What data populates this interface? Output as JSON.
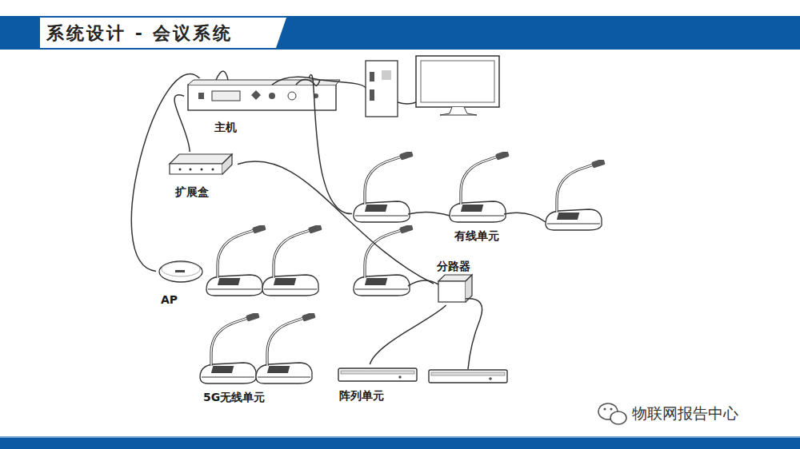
{
  "diagram": {
    "title": "系统设计 - 会议系统",
    "nodes": [
      {
        "text": [
          "主机"
        ]
      },
      {
        "text": [
          "扩展盒"
        ]
      },
      {
        "text": [
          "AP"
        ]
      },
      {
        "text": [
          "有线单元"
        ]
      },
      {
        "text": [
          "分路器"
        ]
      },
      {
        "text": [
          "5G无线单元"
        ]
      },
      {
        "text": [
          "阵列单元"
        ]
      }
    ],
    "edges": [
      {
        "from": 0,
        "to": 1,
        "arrow": "none"
      },
      {
        "from": 0,
        "to": 2,
        "arrow": "none"
      },
      {
        "from": 0,
        "to": 3,
        "arrow": "none"
      },
      {
        "from": 1,
        "to": 4,
        "arrow": "none"
      },
      {
        "from": 4,
        "to": 6,
        "arrow": "none"
      }
    ],
    "labels": [
      "物联网报告中心"
    ]
  }
}
